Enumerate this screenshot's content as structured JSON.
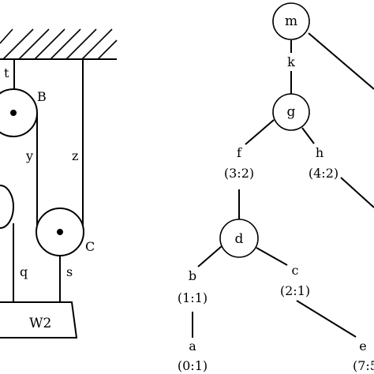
{
  "pulley_system": {
    "pulleys": [
      {
        "label": "B"
      },
      {
        "label": "C"
      }
    ],
    "rope_labels": {
      "t": "t",
      "y": "y",
      "z": "z",
      "q": "q",
      "s": "s"
    },
    "weight_label": "W2"
  },
  "tree": {
    "nodes": {
      "m": "m",
      "g": "g",
      "d": "d"
    },
    "edge_labels": {
      "k": "k",
      "f": "f",
      "h": "h",
      "b": "b",
      "c": "c",
      "a": "a",
      "e": "e"
    },
    "ratios": {
      "f": "(3:2)",
      "h": "(4:2)",
      "b": "(1:1)",
      "c": "(2:1)",
      "a": "(0:1)",
      "e": "(7:5"
    }
  }
}
